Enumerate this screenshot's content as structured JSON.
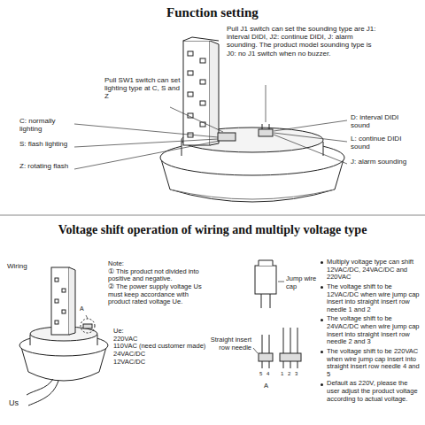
{
  "diagram": {
    "title": "Function setting",
    "labels": [
      "Pull J1 switch can set the sounding type are J1: interval DIDI, J2: continue DIDI, J: alarm sounding. The product model sounding type is J0: no J1 switch when no buzzer.",
      "Pull SW1 switch can set lighting type at C, S and Z",
      "C: normally lighting",
      "S: flash lighting",
      "Z: rotating flash",
      "D: interval DIDI sound",
      "L: continue DIDI sound",
      "J: alarm sounding",
      "Voltage shift operation of wiring and multiply voltage type",
      "Wiring",
      "A",
      "Us",
      "Note:",
      "① This product not divided into positive and negative.",
      "② The power supply voltage Us must keep accordance with product rated voltage Ue.",
      "Ue:",
      "220VAC",
      "110VAC (need customer made)",
      "24VAC/DC",
      "12VAC/DC",
      "Jump wire cap",
      "Straight insert row needle",
      "A",
      "5",
      "4",
      "1",
      "2",
      "3",
      "Multiply voltage type can shift 12VAC/DC, 24VAC/DC and 220VAC",
      "The voltage shift to be 12VAC/DC when wire jump cap insert into straight insert row needle 1 and 2",
      "The voltage shift to be 24VAC/DC when wire jump cap insert into straight insert row needle 2 and 3",
      "The voltage shift to be 220VAC when wire jump cap insert into straight insert row needle 4 and 5",
      "Default as 220V, please the user adjust the product voltage according to actual voltage."
    ]
  }
}
